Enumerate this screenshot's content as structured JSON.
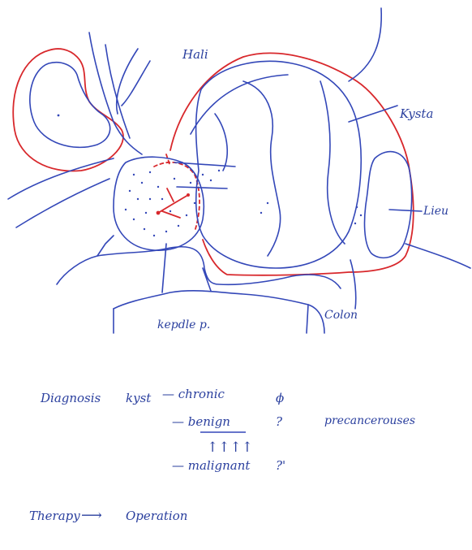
{
  "labels": {
    "hali": "Hali",
    "kysta": "Kysta",
    "liver": "Lieu",
    "kepdle": "kepdle p.",
    "colon": "Colon"
  },
  "notes": {
    "diagnosis": "Diagnosis",
    "kyst": "kyst",
    "chronic": "— chronic",
    "chronic_mark": "ϕ",
    "benign": "— benign",
    "benign_mark": "?",
    "precancerous": "precancerouses",
    "arrows": "↑↑↑↑",
    "malignant": "— malignant",
    "malignant_mark": "?'",
    "therapy": "Therapy",
    "arrow": "⟶",
    "operation": "Operation"
  },
  "colors": {
    "ink_blue": "#3347b8",
    "ink_red": "#d8282c"
  }
}
